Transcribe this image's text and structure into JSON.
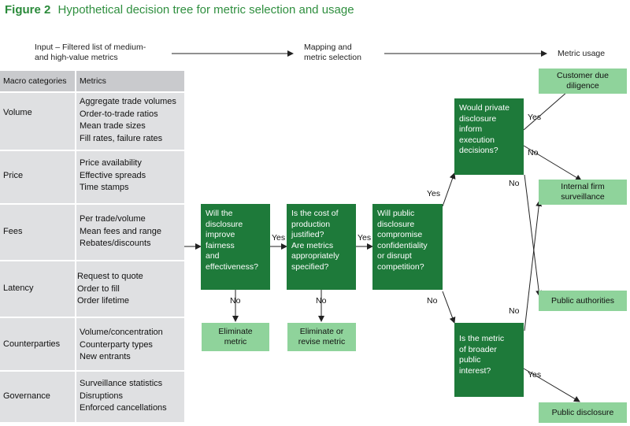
{
  "figure": {
    "number": "Figure 2",
    "title": "Hypothetical decision tree for metric selection and usage"
  },
  "flow": {
    "input_line1": "Input – Filtered list of medium-",
    "input_line2": "and high-value metrics",
    "mapping_line1": "Mapping and",
    "mapping_line2": "metric selection",
    "usage": "Metric usage"
  },
  "table": {
    "header_categories": "Macro categories",
    "header_metrics": "Metrics",
    "rows": [
      {
        "category": "Volume",
        "metrics": [
          "Aggregate trade volumes",
          "Order-to-trade ratios",
          "Mean trade sizes",
          "Fill rates, failure rates"
        ]
      },
      {
        "category": "Price",
        "metrics": [
          "Price availability",
          "Effective spreads",
          "Time stamps"
        ]
      },
      {
        "category": "Fees",
        "metrics": [
          "Per trade/volume",
          "Mean fees and range",
          "Rebates/discounts"
        ]
      },
      {
        "category": "Latency",
        "metrics": [
          "Request to quote",
          "Order to fill",
          "Order lifetime"
        ]
      },
      {
        "category": "Counterparties",
        "metrics": [
          "Volume/concentration",
          "Counterparty types",
          "New entrants"
        ]
      },
      {
        "category": "Governance",
        "metrics": [
          "Surveillance statistics",
          "Disruptions",
          "Enforced cancellations"
        ]
      }
    ]
  },
  "decisions": {
    "d1": [
      "Will the",
      "disclosure",
      "improve",
      "fairness",
      "and",
      "effectiveness?"
    ],
    "d2": [
      "Is the cost of",
      "production",
      "justified?",
      "Are metrics",
      "appropriately",
      "specified?"
    ],
    "d3": [
      "Will public",
      "disclosure",
      "compromise",
      "confidentiality",
      "or disrupt",
      "competition?"
    ],
    "d4": [
      "Would private",
      "disclosure",
      "inform",
      "execution",
      "decisions?"
    ],
    "d5": [
      "Is the metric",
      "of broader",
      "public",
      "interest?"
    ]
  },
  "outcomes": {
    "eliminate": [
      "Eliminate",
      "metric"
    ],
    "eliminate_revise": [
      "Eliminate or",
      "revise metric"
    ],
    "customer": [
      "Customer due",
      "diligence"
    ],
    "internal": [
      "Internal firm",
      "surveillance"
    ],
    "public_auth": [
      "Public authorities"
    ],
    "public_disc": [
      "Public disclosure"
    ]
  },
  "labels": {
    "yes": "Yes",
    "no": "No"
  },
  "colors": {
    "title_green": "#2a8a3a",
    "dark_green": "#1e7a3a",
    "light_green": "#8fd39b",
    "table_grey": "#dfe0e2",
    "header_grey": "#c9cacd"
  }
}
